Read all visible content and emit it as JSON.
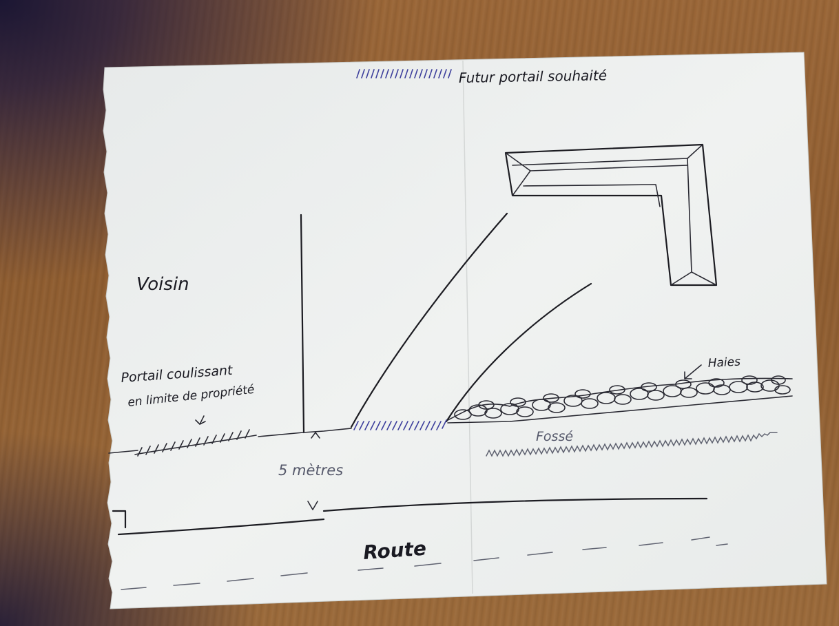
{
  "labels": {
    "legend": "Futur portail souhaité",
    "neighbor": "Voisin",
    "gate_line1": "Portail coulissant",
    "gate_line2": "en limite de propriété",
    "distance": "5 mètres",
    "hedges": "Haies",
    "ditch": "Fossé",
    "road": "Route"
  },
  "colors": {
    "paper": "#eef0ee",
    "ink": "#1c1c22",
    "blue_ink": "#3d3f9c",
    "table_wood": "#8f5d30"
  }
}
